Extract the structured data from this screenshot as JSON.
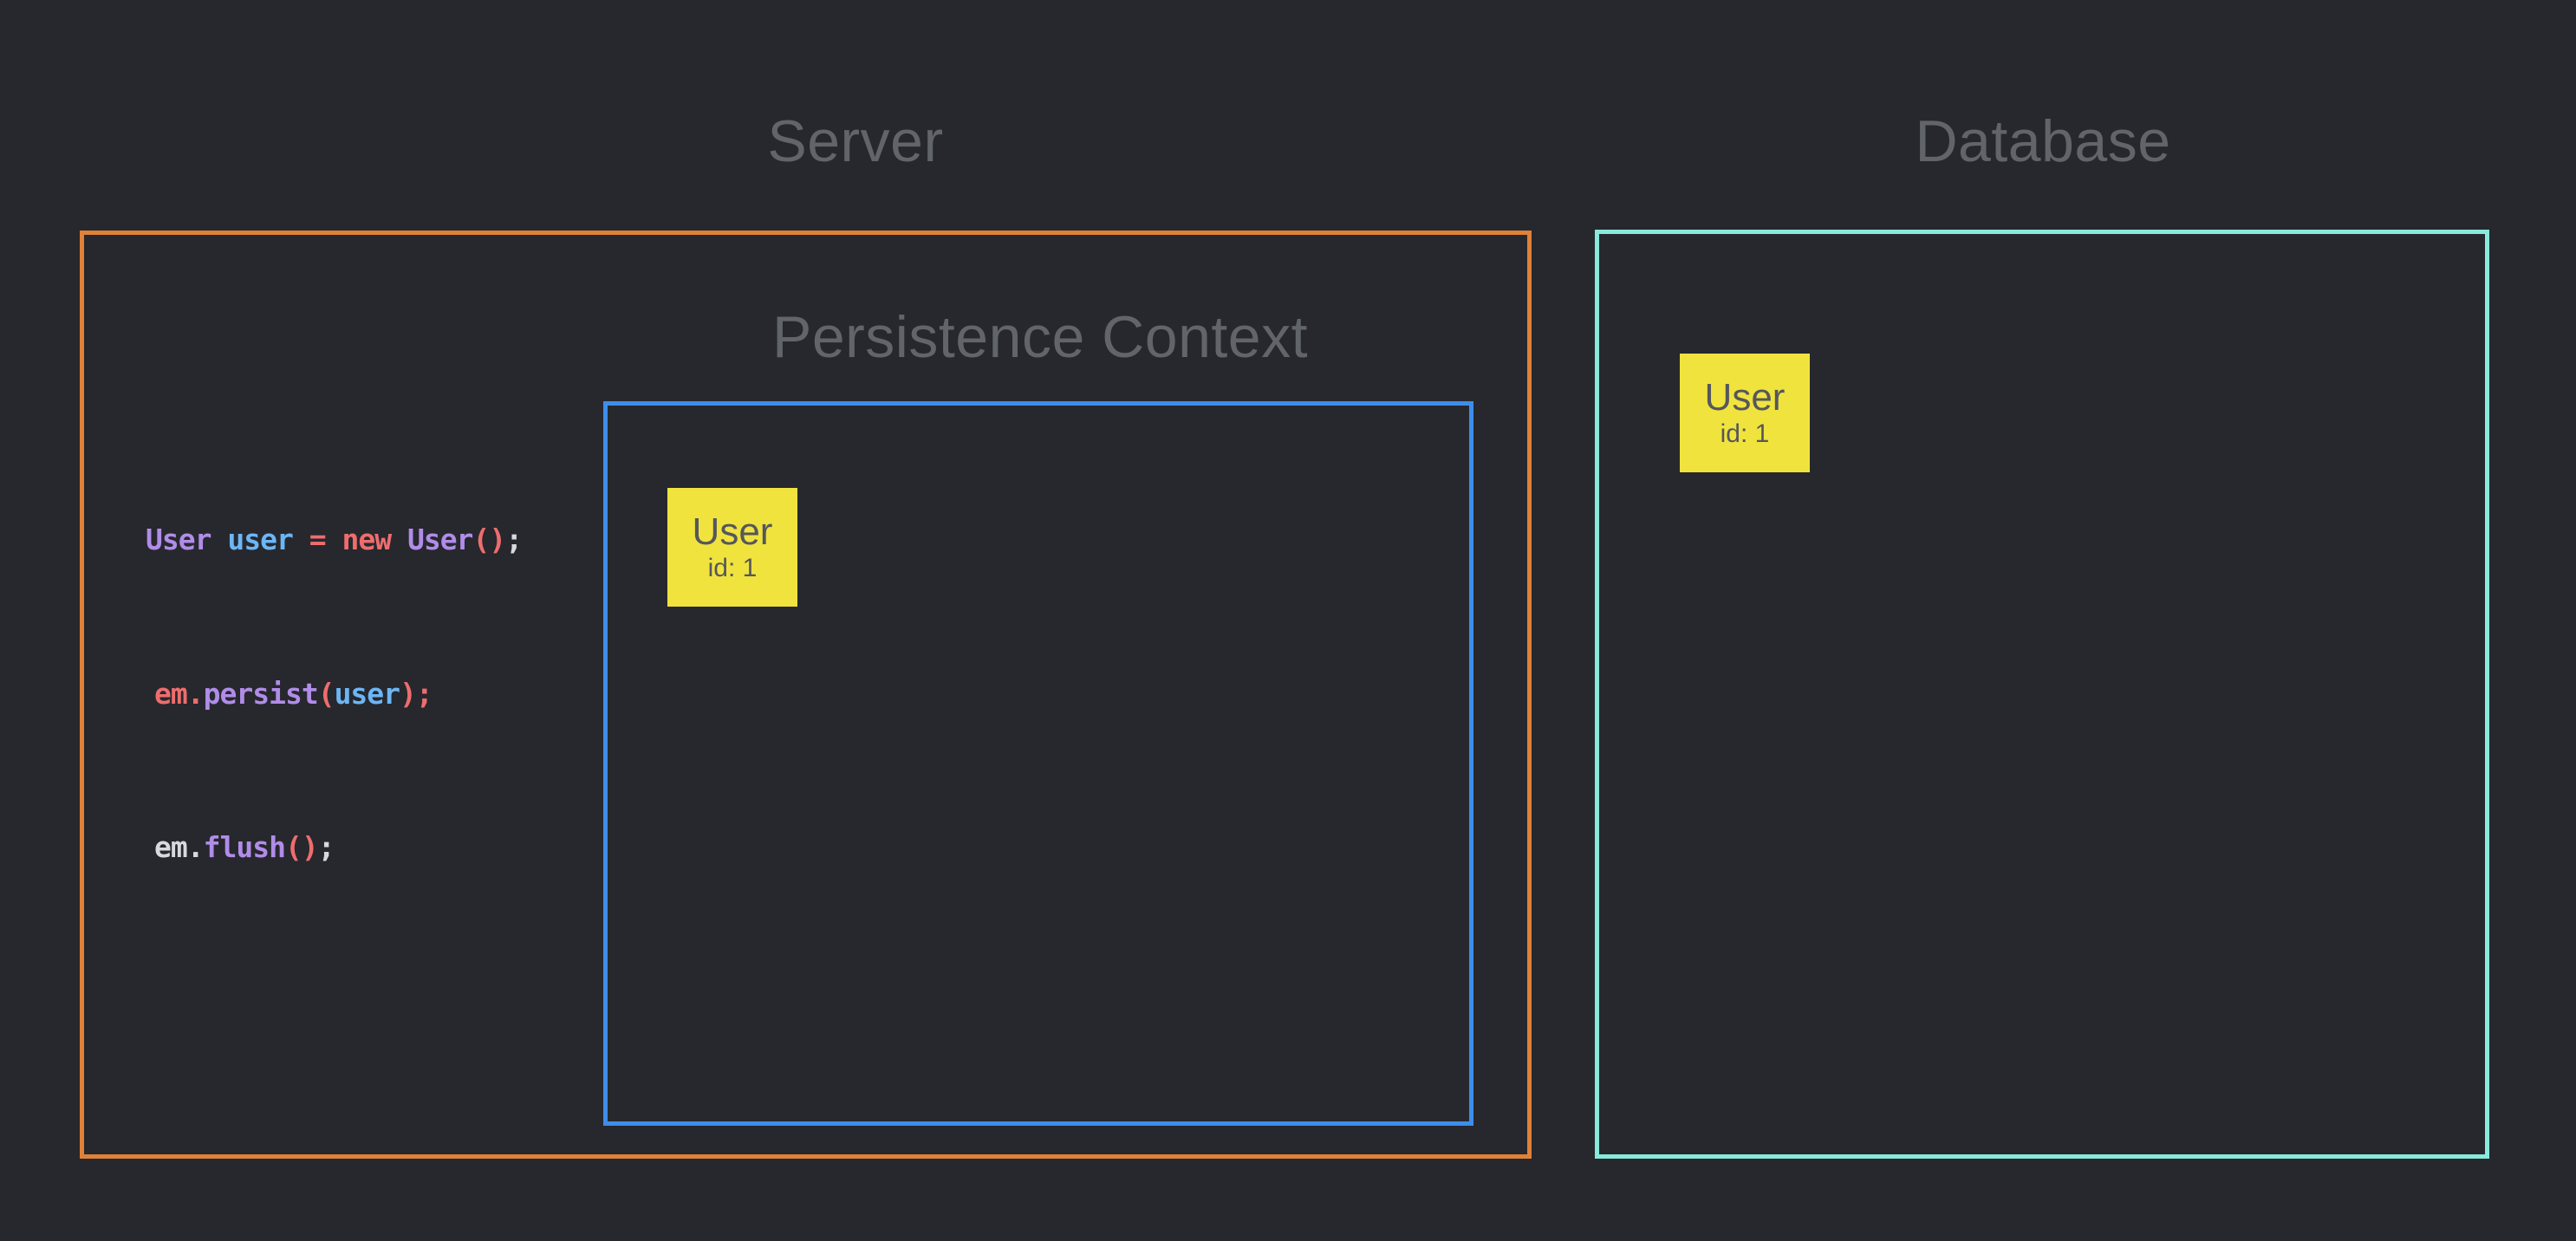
{
  "colors": {
    "background": "#26282d",
    "server_border": "#e08138",
    "persistence_context_border": "#3e8eeb",
    "database_border": "#89e9db",
    "note_background": "#f0e33e",
    "note_text": "#55575c",
    "title_gray": "#616468",
    "code_purple": "#b18ce8",
    "code_blue": "#6cb6f5",
    "code_salmon": "#ee6d6e",
    "code_plain": "#d6d9de"
  },
  "titles": {
    "server": "Server",
    "database": "Database",
    "persistence_context": "Persistence Context"
  },
  "notes": {
    "persistence": {
      "title": "User",
      "subtitle": "id: 1"
    },
    "database": {
      "title": "User",
      "subtitle": "id: 1"
    }
  },
  "code": {
    "lines": [
      {
        "tokens": [
          {
            "text": "User",
            "color": "purple"
          },
          {
            "text": " ",
            "color": "plain"
          },
          {
            "text": "user",
            "color": "blue"
          },
          {
            "text": " ",
            "color": "plain"
          },
          {
            "text": "=",
            "color": "salmon"
          },
          {
            "text": " ",
            "color": "plain"
          },
          {
            "text": "new",
            "color": "salmon"
          },
          {
            "text": " ",
            "color": "plain"
          },
          {
            "text": "User",
            "color": "purple"
          },
          {
            "text": "()",
            "color": "salmon"
          },
          {
            "text": ";",
            "color": "plain"
          }
        ]
      },
      {
        "tokens": [
          {
            "text": "em.",
            "color": "salmon"
          },
          {
            "text": "persist",
            "color": "purple"
          },
          {
            "text": "(",
            "color": "salmon"
          },
          {
            "text": "user",
            "color": "blue"
          },
          {
            "text": ");",
            "color": "salmon"
          }
        ]
      },
      {
        "tokens": [
          {
            "text": "em.",
            "color": "plain"
          },
          {
            "text": "flush",
            "color": "purple"
          },
          {
            "text": "()",
            "color": "salmon"
          },
          {
            "text": ";",
            "color": "plain"
          }
        ]
      }
    ]
  }
}
